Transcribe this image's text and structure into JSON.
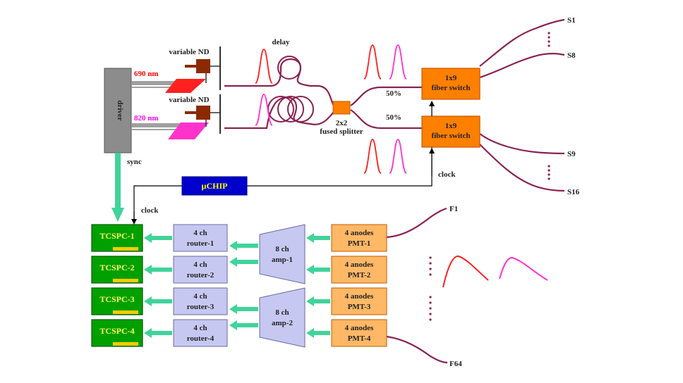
{
  "colors": {
    "fiber": "#8b2252",
    "orange": "#ff7f00",
    "orange_dark": "#c25a00",
    "red_label": "#ff0000",
    "magenta_label": "#ff00ff",
    "driver_gray": "#8c8c8c",
    "green_box": "#00a000",
    "green_text": "#ffff66",
    "green_arrow": "#40d39a",
    "lavender": "#c6c8f2",
    "peach": "#ffb866",
    "uchip_blue": "#0000cc",
    "uchip_text": "#ffff00",
    "nd_brown": "#8b2a00",
    "red_pulse": "#ff2020",
    "magenta_pulse": "#ff33cc",
    "gold": "#ffcc00"
  },
  "labels": {
    "driver": "driver",
    "variable_nd_top": "variable ND",
    "variable_nd_bottom": "variable ND",
    "wl_690": "690 nm",
    "wl_820": "820 nm",
    "delay": "delay",
    "splitter_line1": "2x2",
    "splitter_line2": "fused splitter",
    "pct_top": "50%",
    "pct_bottom": "50%",
    "switch_top_line1": "1x9",
    "switch_top_line2": "fiber switch",
    "switch_bottom_line1": "1x9",
    "switch_bottom_line2": "fiber switch",
    "s1": "S1",
    "s8": "S8",
    "s9": "S9",
    "s16": "S16",
    "sync": "sync",
    "clock_right": "clock",
    "clock_left": "clock",
    "uchip": "µCHIP",
    "f1": "F1",
    "f64": "F64"
  },
  "tcspc": [
    "TCSPC-1",
    "TCSPC-2",
    "TCSPC-3",
    "TCSPC-4"
  ],
  "routers": [
    {
      "line1": "4 ch",
      "line2": "router-1"
    },
    {
      "line1": "4 ch",
      "line2": "router-2"
    },
    {
      "line1": "4 ch",
      "line2": "router-3"
    },
    {
      "line1": "4 ch",
      "line2": "router-4"
    }
  ],
  "amps": [
    {
      "line1": "8 ch",
      "line2": "amp-1"
    },
    {
      "line1": "8 ch",
      "line2": "amp-2"
    }
  ],
  "pmts": [
    {
      "line1": "4 anodes",
      "line2": "PMT-1"
    },
    {
      "line1": "4 anodes",
      "line2": "PMT-2"
    },
    {
      "line1": "4 anodes",
      "line2": "PMT-3"
    },
    {
      "line1": "4 anodes",
      "line2": "PMT-4"
    }
  ]
}
